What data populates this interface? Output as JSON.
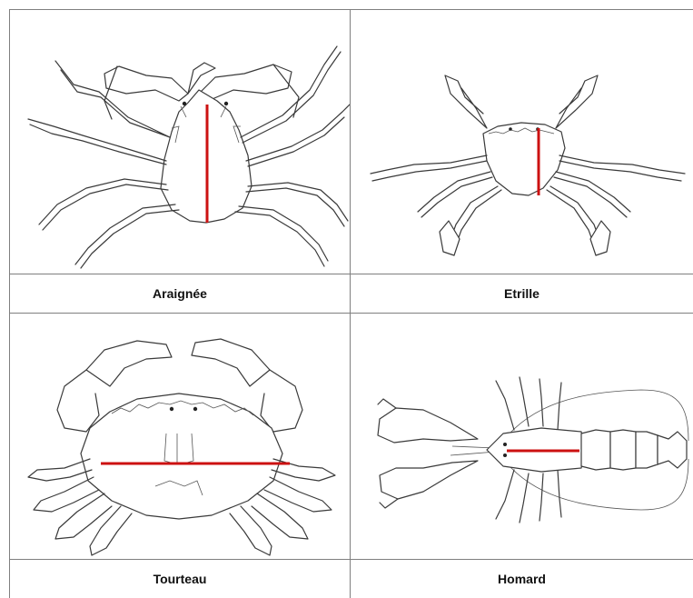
{
  "cells": [
    {
      "label": "Araignée",
      "measure_color": "#cc1111"
    },
    {
      "label": "Etrille",
      "measure_color": "#cc1111"
    },
    {
      "label": "Tourteau",
      "measure_color": "#cc1111"
    },
    {
      "label": "Homard",
      "measure_color": "#cc1111"
    }
  ]
}
